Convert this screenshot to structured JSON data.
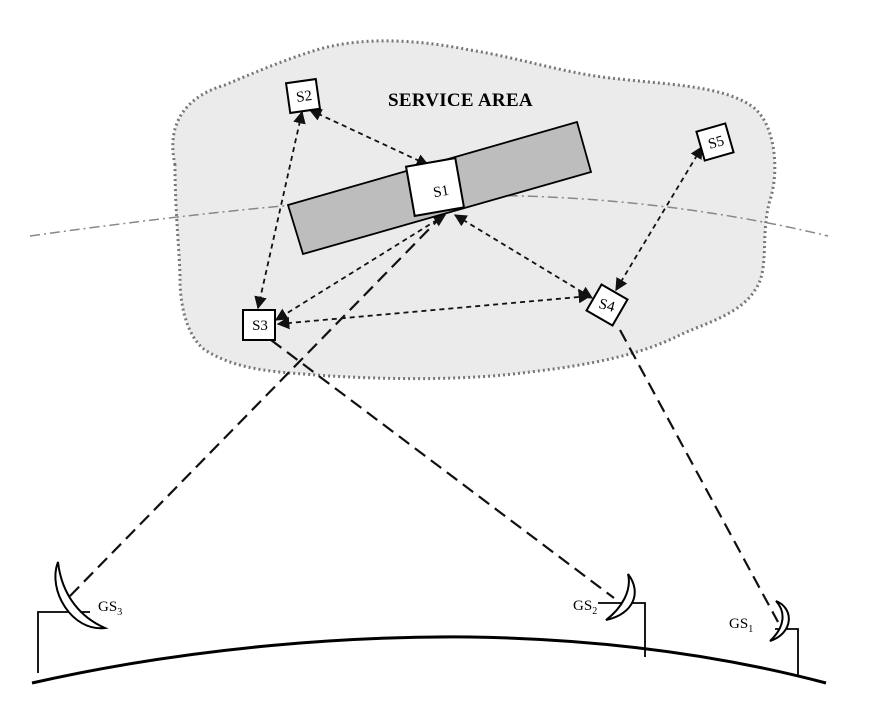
{
  "diagram": {
    "service_area_label": "SERVICE AREA",
    "satellites": {
      "s1": "S1",
      "s2": "S2",
      "s3": "S3",
      "s4": "S4",
      "s5": "S5"
    },
    "ground_stations": {
      "gs1": {
        "base": "GS",
        "sub": "1"
      },
      "gs2": {
        "base": "GS",
        "sub": "2"
      },
      "gs3": {
        "base": "GS",
        "sub": "3"
      }
    },
    "colors": {
      "service_area_fill": "#ebebeb",
      "service_area_border": "#777777",
      "solar_panel_fill": "#bdbdbd",
      "orbit_line": "#888888",
      "links": "#111111"
    }
  }
}
